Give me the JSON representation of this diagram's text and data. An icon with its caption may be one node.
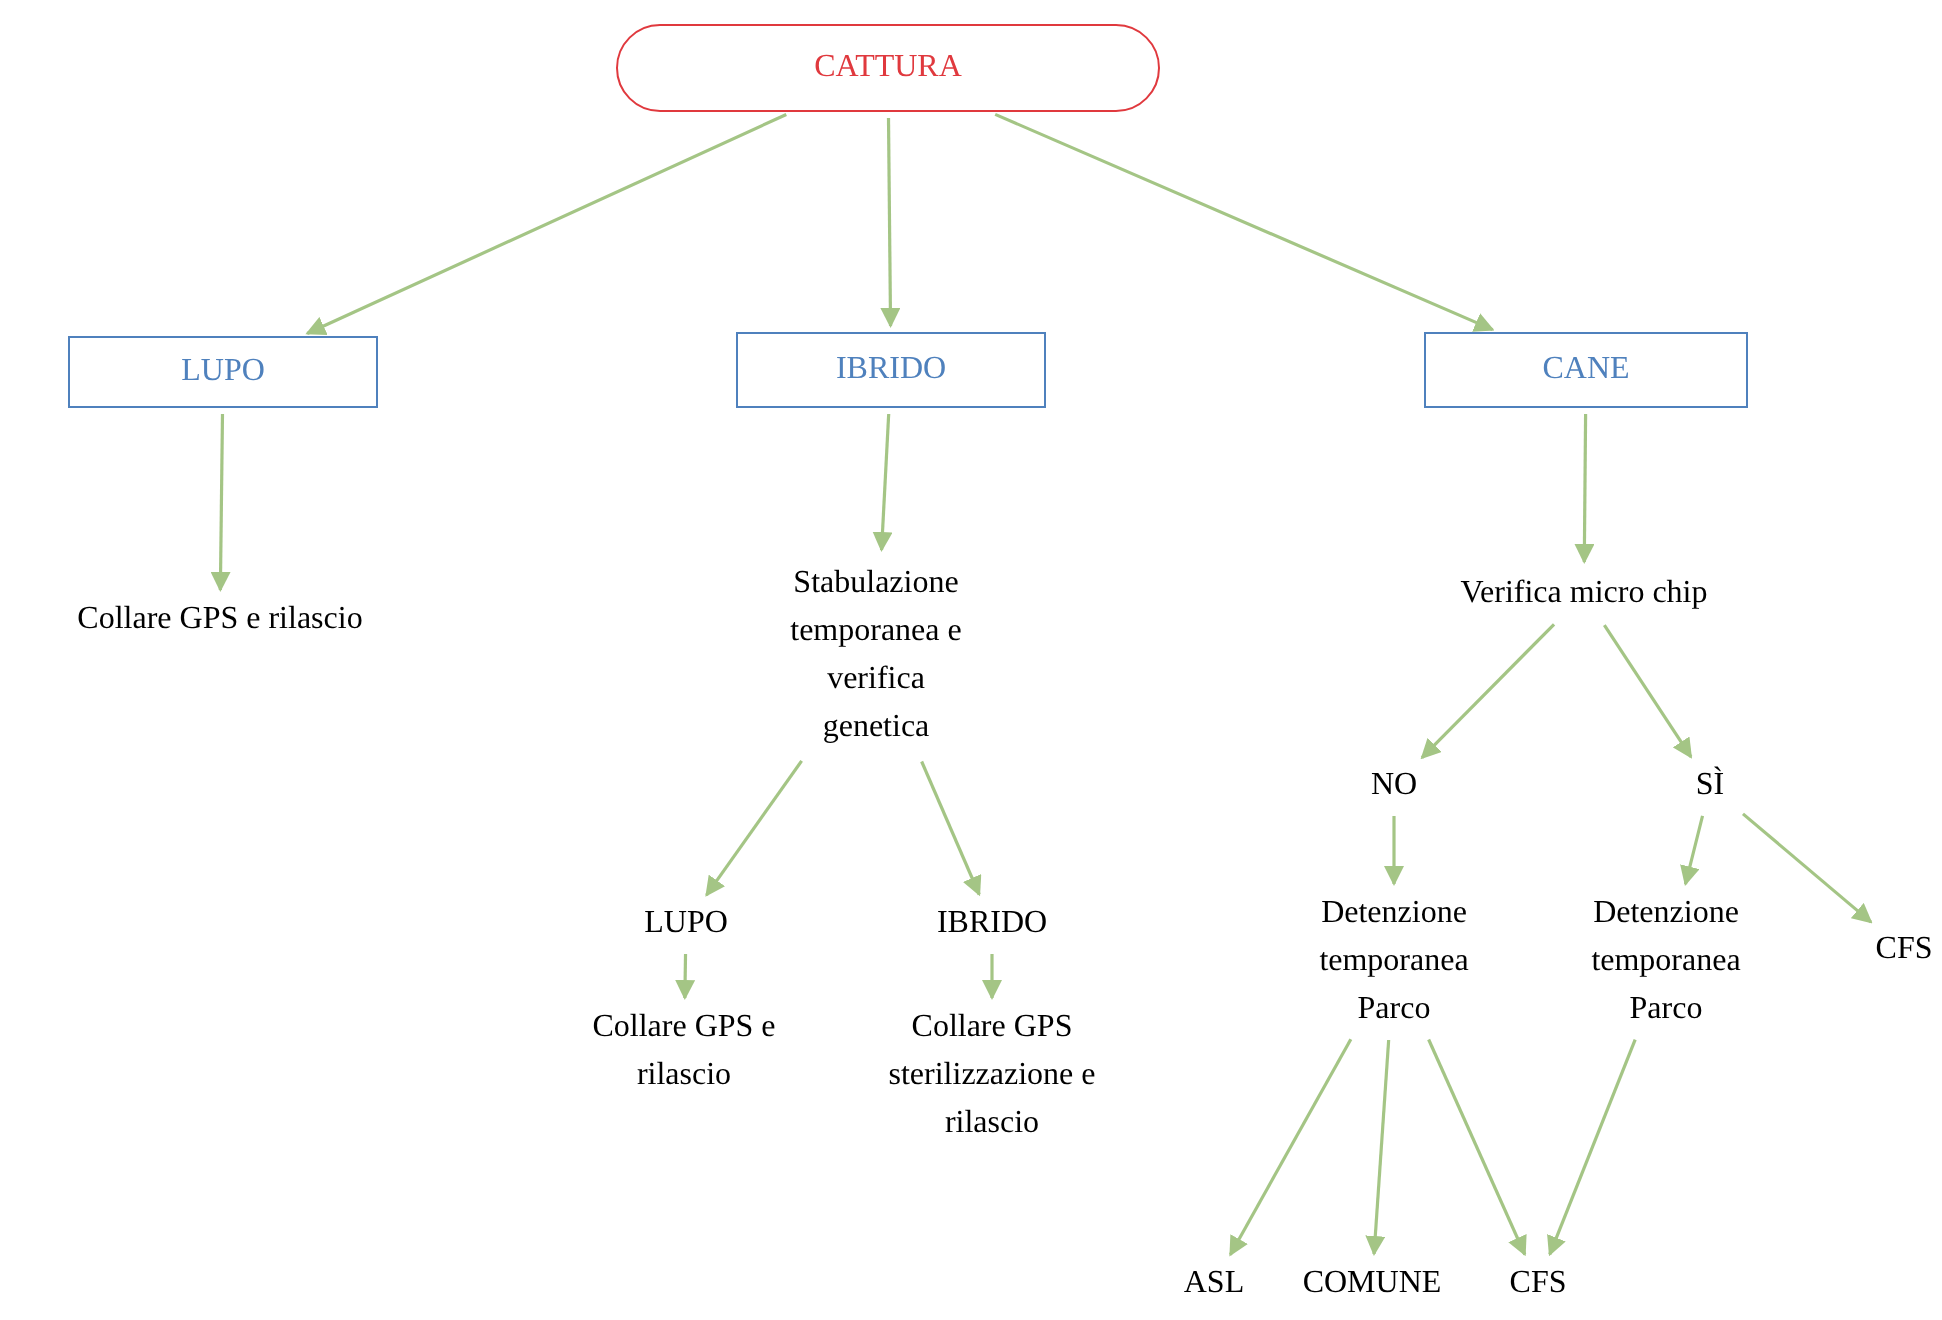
{
  "diagram": {
    "nodes": [
      {
        "text": [
          "CATTURA"
        ]
      },
      {
        "text": [
          "LUPO"
        ]
      },
      {
        "text": [
          "IBRIDO"
        ]
      },
      {
        "text": [
          "CANE"
        ]
      },
      {
        "text": [
          "Collare GPS e rilascio"
        ]
      },
      {
        "text": [
          "Stabulazione temporanea e verifica genetica"
        ]
      },
      {
        "text": [
          "Verifica micro chip"
        ]
      },
      {
        "text": [
          "LUPO"
        ]
      },
      {
        "text": [
          "IBRIDO"
        ]
      },
      {
        "text": [
          "Collare GPS e rilascio"
        ]
      },
      {
        "text": [
          "Collare GPS sterilizzazione e rilascio"
        ]
      },
      {
        "text": [
          "NO"
        ]
      },
      {
        "text": [
          "SÌ"
        ]
      },
      {
        "text": [
          "Detenzione temporanea Parco"
        ]
      },
      {
        "text": [
          "Detenzione temporanea Parco"
        ]
      },
      {
        "text": [
          "CFS"
        ]
      },
      {
        "text": [
          "ASL"
        ]
      },
      {
        "text": [
          "COMUNE"
        ]
      },
      {
        "text": [
          "CFS"
        ]
      }
    ],
    "edges": [
      {
        "from": 0,
        "to": 1,
        "arrow": "to"
      },
      {
        "from": 0,
        "to": 2,
        "arrow": "to"
      },
      {
        "from": 0,
        "to": 3,
        "arrow": "to"
      },
      {
        "from": 1,
        "to": 4,
        "arrow": "to"
      },
      {
        "from": 2,
        "to": 5,
        "arrow": "to"
      },
      {
        "from": 3,
        "to": 6,
        "arrow": "to"
      },
      {
        "from": 5,
        "to": 7,
        "arrow": "to"
      },
      {
        "from": 5,
        "to": 8,
        "arrow": "to"
      },
      {
        "from": 7,
        "to": 9,
        "arrow": "to"
      },
      {
        "from": 8,
        "to": 10,
        "arrow": "to"
      },
      {
        "from": 6,
        "to": 11,
        "arrow": "to"
      },
      {
        "from": 6,
        "to": 12,
        "arrow": "to"
      },
      {
        "from": 11,
        "to": 13,
        "arrow": "to"
      },
      {
        "from": 12,
        "to": 14,
        "arrow": "to"
      },
      {
        "from": 12,
        "to": 15,
        "arrow": "to"
      },
      {
        "from": 13,
        "to": 16,
        "arrow": "to"
      },
      {
        "from": 13,
        "to": 17,
        "arrow": "to"
      },
      {
        "from": 13,
        "to": 18,
        "arrow": "to"
      },
      {
        "from": 14,
        "to": 18,
        "arrow": "to"
      }
    ]
  }
}
